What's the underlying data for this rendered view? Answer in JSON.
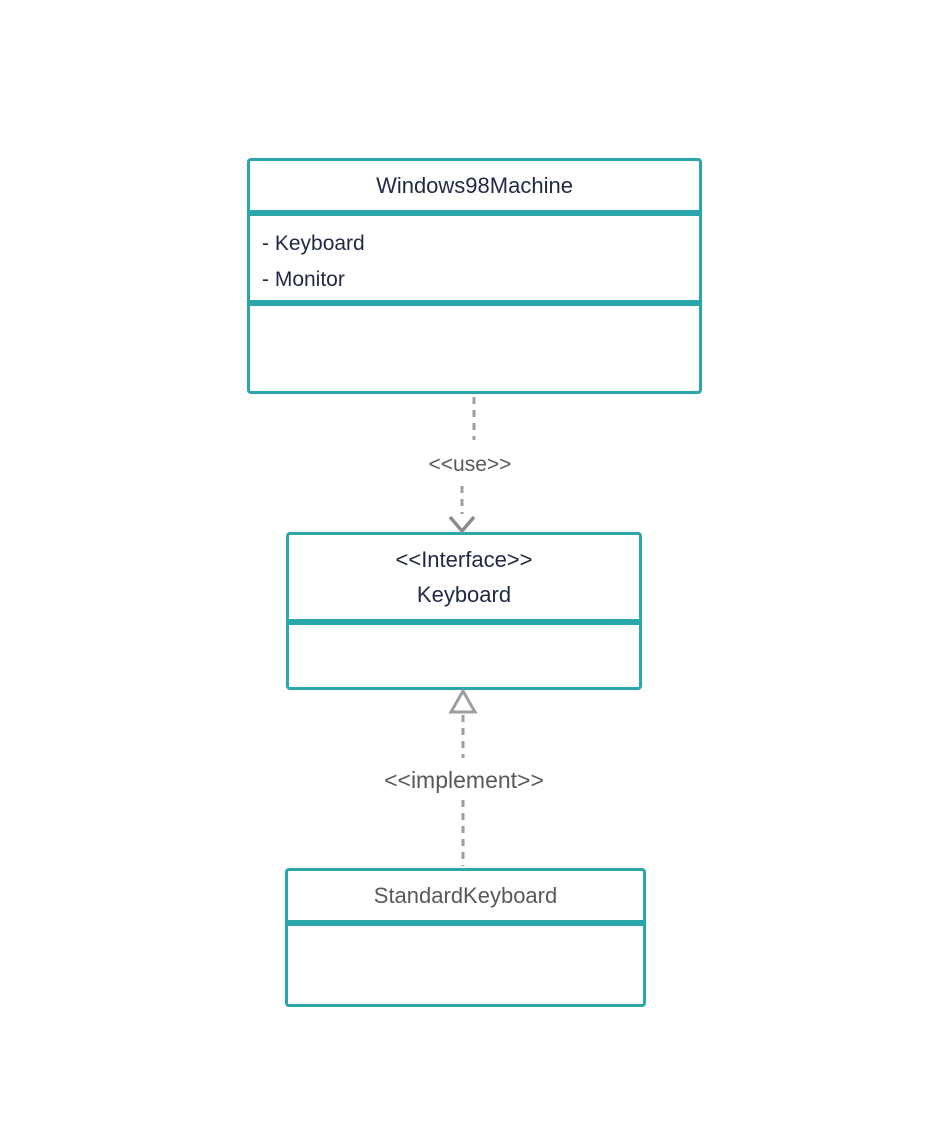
{
  "diagram": {
    "background_color": "#ffffff",
    "colors": {
      "box_border": "#2aa7aa",
      "class_text": "#1f2945",
      "muted_text": "#58595b",
      "connector_line": "#9e9e9e",
      "arrowhead": "#8c8c8c"
    },
    "nodes": {
      "windows98machine": {
        "type": "class",
        "title": "Windows98Machine",
        "attributes": [
          "- Keyboard",
          "- Monitor"
        ],
        "methods": []
      },
      "keyboard_interface": {
        "type": "interface",
        "stereotype": "<<Interface>>",
        "title": "Keyboard",
        "attributes": [],
        "methods": []
      },
      "standardkeyboard": {
        "type": "class",
        "title": "StandardKeyboard",
        "attributes": [],
        "methods": []
      }
    },
    "edges": {
      "use": {
        "label": "<<use>>",
        "from": "windows98machine",
        "to": "keyboard_interface",
        "line_style": "dashed",
        "arrowhead": "open-chevron"
      },
      "implement": {
        "label": "<<implement>>",
        "from": "standardkeyboard",
        "to": "keyboard_interface",
        "line_style": "dashed",
        "arrowhead": "hollow-triangle"
      }
    }
  }
}
